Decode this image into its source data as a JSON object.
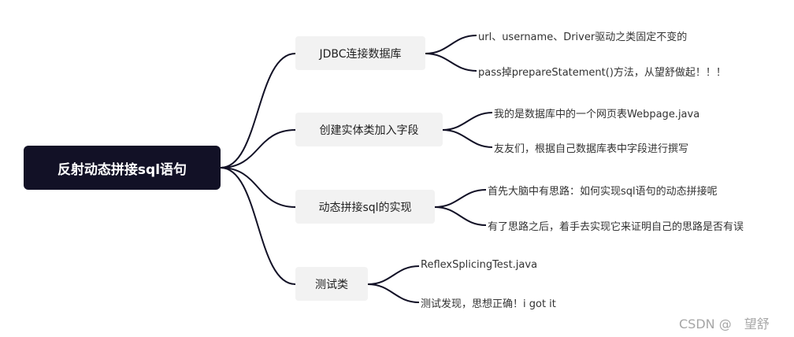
{
  "root": {
    "label": "反射动态拼接sql语句"
  },
  "branches": [
    {
      "label": "JDBC连接数据库",
      "children": [
        "url、username、Driver驱动之类固定不变的",
        "pass掉prepareStatement()方法，从望舒做起！！！"
      ]
    },
    {
      "label": "创建实体类加入字段",
      "children": [
        "我的是数据库中的一个网页表Webpage.java",
        "友友们，根据自己数据库表中字段进行撰写"
      ]
    },
    {
      "label": "动态拼接sql的实现",
      "children": [
        "首先大脑中有思路：如何实现sql语句的动态拼接呢",
        "有了思路之后，着手去实现它来证明自己的思路是否有误"
      ]
    },
    {
      "label": "测试类",
      "children": [
        "ReflexSplicingTest.java",
        "测试发现，思想正确！i got it"
      ]
    }
  ],
  "watermark": "CSDN @　望舒",
  "colors": {
    "root_bg": "#121126",
    "branch_bg": "#f2f2f2",
    "line": "#121126"
  }
}
